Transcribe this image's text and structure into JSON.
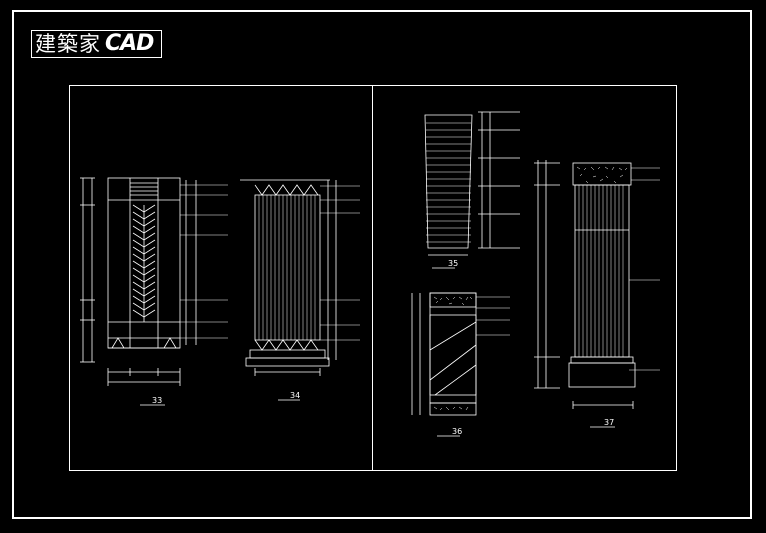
{
  "logo": {
    "cjk_text": "建築家",
    "latin_text": "CAD"
  },
  "captions": {
    "c33": "33",
    "c34": "34",
    "c35": "35",
    "c36": "36",
    "c37": "37"
  },
  "colors": {
    "background": "#000000",
    "lines": "#ffffff"
  }
}
